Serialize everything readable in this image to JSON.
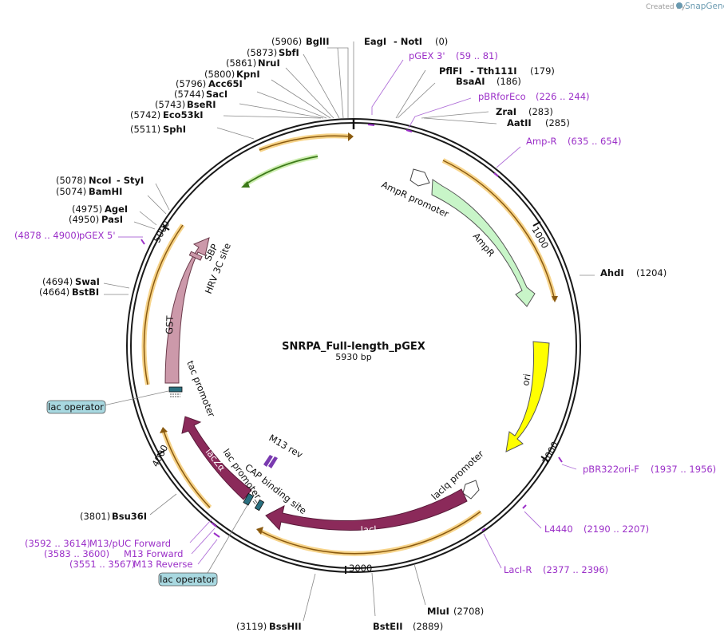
{
  "watermark": {
    "created_by": "Created by",
    "brand": "SnapGene"
  },
  "plasmid": {
    "name": "SNRPA_Full-length_pGEX",
    "size": "5930 bp"
  },
  "scale": {
    "ticks": [
      "1000",
      "2000",
      "3000",
      "4000",
      "5000"
    ]
  },
  "enzymes": [
    {
      "pos": "(5906)",
      "name": "BglII"
    },
    {
      "pos": "(5873)",
      "name": "SbfI"
    },
    {
      "pos": "(5861)",
      "name": "NruI"
    },
    {
      "pos": "(5800)",
      "name": "KpnI"
    },
    {
      "pos": "(5796)",
      "name": "Acc65I"
    },
    {
      "pos": "(5744)",
      "name": "SacI"
    },
    {
      "pos": "(5743)",
      "name": "BseRI"
    },
    {
      "pos": "(5742)",
      "name": "Eco53kI"
    },
    {
      "pos": "(5511)",
      "name": "SphI"
    },
    {
      "pos": "(5078)",
      "name": "NcoI",
      "name2": "- StyI"
    },
    {
      "pos": "(5074)",
      "name": "BamHI"
    },
    {
      "pos": "(4975)",
      "name": "AgeI"
    },
    {
      "pos": "(4950)",
      "name": "PasI"
    },
    {
      "pos": "(4694)",
      "name": "SwaI"
    },
    {
      "pos": "(4664)",
      "name": "BstBI"
    },
    {
      "pos": "(3801)",
      "name": "Bsu36I"
    },
    {
      "pos": "(3119)",
      "name": "BssHII"
    },
    {
      "pos": "(2889)",
      "name": "BstEII"
    },
    {
      "pos": "(2708)",
      "name": "MluI"
    },
    {
      "pos": "(1204)",
      "name": "AhdI"
    },
    {
      "pos": "(0)",
      "name": "EagI",
      "name2": "- NotI"
    },
    {
      "pos": "(179)",
      "name": "PflFI",
      "name2": "- Tth111I"
    },
    {
      "pos": "(186)",
      "name": "BsaAI"
    },
    {
      "pos": "(283)",
      "name": "ZraI"
    },
    {
      "pos": "(285)",
      "name": "AatII"
    }
  ],
  "primers": [
    {
      "name": "pGEX 3'",
      "range": "(59 .. 81)"
    },
    {
      "name": "pBRforEco",
      "range": "(226 .. 244)"
    },
    {
      "name": "Amp-R",
      "range": "(635 .. 654)"
    },
    {
      "name": "pBR322ori-F",
      "range": "(1937 .. 1956)"
    },
    {
      "name": "L4440",
      "range": "(2190 .. 2207)"
    },
    {
      "name": "LacI-R",
      "range": "(2377 .. 2396)"
    },
    {
      "name": "pGEX 5'",
      "range": "(4878 .. 4900)"
    },
    {
      "name": "M13/pUC Forward",
      "range": "(3592 .. 3614)"
    },
    {
      "name": "M13 Forward",
      "range": "(3583 .. 3600)"
    },
    {
      "name": "M13 Reverse",
      "range": "(3551 .. 3567)"
    }
  ],
  "features": {
    "ampr_promoter": "AmpR promoter",
    "ampr": "AmpR",
    "ori": "ori",
    "laciq_promoter": "lacIq promoter",
    "laci": "lacI",
    "lacza": "lacZα",
    "lac_promoter": "lac promoter",
    "cap_site": "CAP binding site",
    "m13_rev": "M13 rev",
    "tac_promoter": "tac promoter",
    "gst": "GST",
    "hrv": "HRV 3C site",
    "sbp": "SBP"
  },
  "badges": {
    "lac_operator_1": "lac operator",
    "lac_operator_2": "lac operator"
  },
  "colors": {
    "backbone": "#1a1a1a",
    "ampr": "#c8f5c8",
    "ori": "#ffff00",
    "laci": "#8b2a5a",
    "gst": "#cc99aa",
    "primer": "#9b30c8",
    "orf_orange": "#f0b040",
    "orf_green": "#5a9a2a",
    "operator": "#2a7080",
    "badge": "#a8d8e0"
  }
}
